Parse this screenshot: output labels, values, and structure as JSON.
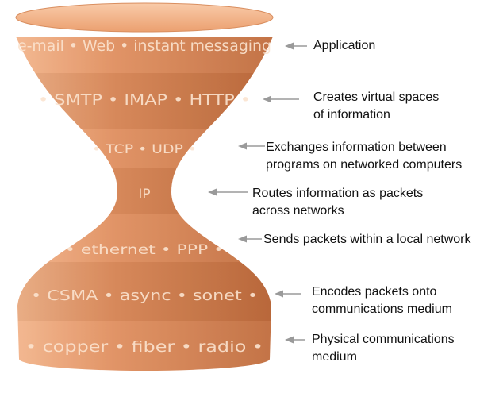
{
  "colors": {
    "body_light": "#f3b58c",
    "body_mid": "#e08f5f",
    "body_dark": "#c06c3d",
    "arrow": "#9a9a9a",
    "text": "#111111"
  },
  "layers": [
    {
      "name": "application",
      "label": "e-mail • Web • instant messaging"
    },
    {
      "name": "application-protocols",
      "label": "• SMTP • IMAP • HTTP •"
    },
    {
      "name": "transport",
      "label": "• TCP • UDP •"
    },
    {
      "name": "internet",
      "label": "IP"
    },
    {
      "name": "link",
      "label": "• ethernet • PPP •"
    },
    {
      "name": "media-access",
      "label": "• CSMA • async • sonet •"
    },
    {
      "name": "physical",
      "label": "• copper • fiber • radio •"
    }
  ],
  "annotations": [
    {
      "name": "application",
      "text": "Application"
    },
    {
      "name": "application-protocols",
      "text": "Creates virtual spaces\nof information"
    },
    {
      "name": "transport",
      "text": "Exchanges information between\nprograms on networked computers"
    },
    {
      "name": "internet",
      "text": "Routes information as packets\nacross networks"
    },
    {
      "name": "link",
      "text": "Sends packets within a local network"
    },
    {
      "name": "media-access",
      "text": "Encodes packets onto\ncommunications medium"
    },
    {
      "name": "physical",
      "text": "Physical communications\nmedium"
    }
  ]
}
